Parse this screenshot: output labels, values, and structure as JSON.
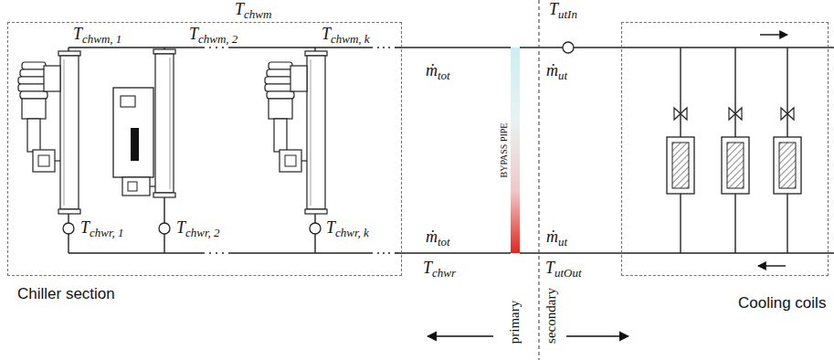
{
  "diagram": {
    "nodes": [
      {
        "text": [
          "Chiller section"
        ]
      },
      {
        "text": [
          "BYPASS PIPE"
        ]
      },
      {
        "text": [
          "Cooling coils"
        ]
      }
    ],
    "edges": [
      {
        "from": 0,
        "to": 1,
        "arrow": "none"
      },
      {
        "from": 1,
        "to": 2,
        "arrow": "none"
      },
      {
        "from": 2,
        "to": 1,
        "arrow": "none"
      },
      {
        "from": 1,
        "to": 0,
        "arrow": "none"
      }
    ],
    "labels": [
      "T",
      "chwm",
      "T",
      "utIn",
      "T",
      "chwm, 1",
      "T",
      "chwm, 2",
      "T",
      "chwm, k",
      "ṁ",
      "tot",
      "ṁ",
      "ut",
      "T",
      "chwr, 1",
      "T",
      "chwr, 2",
      "T",
      "chwr, k",
      "ṁ",
      "tot",
      "ṁ",
      "ut",
      "T",
      "chwr",
      "T",
      "utOut",
      "primary",
      "secondary"
    ]
  }
}
